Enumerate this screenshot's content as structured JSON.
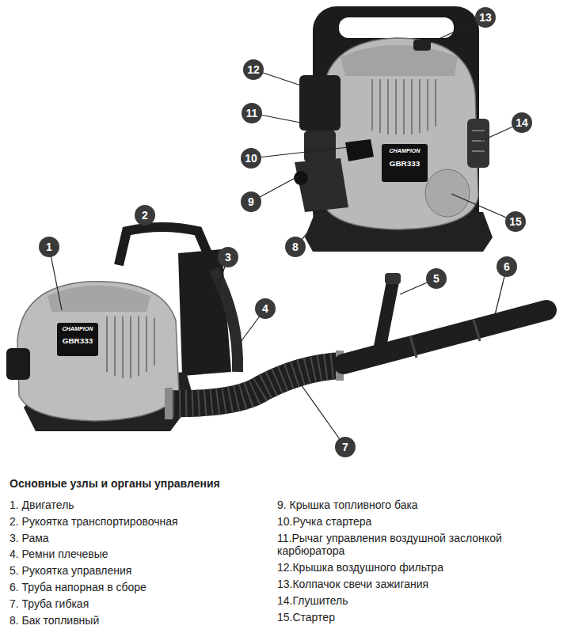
{
  "diagram": {
    "title": "Основные узлы и органы управления",
    "nodes": [
      {
        "text": [
          "1"
        ]
      },
      {
        "text": [
          "2"
        ]
      },
      {
        "text": [
          "3"
        ]
      },
      {
        "text": [
          "4"
        ]
      },
      {
        "text": [
          "5"
        ]
      },
      {
        "text": [
          "6"
        ]
      },
      {
        "text": [
          "7"
        ]
      },
      {
        "text": [
          "8"
        ]
      },
      {
        "text": [
          "9"
        ]
      },
      {
        "text": [
          "10"
        ]
      },
      {
        "text": [
          "11"
        ]
      },
      {
        "text": [
          "12"
        ]
      },
      {
        "text": [
          "13"
        ]
      },
      {
        "text": [
          "14"
        ]
      },
      {
        "text": [
          "15"
        ]
      }
    ],
    "labels": [
      "1. Двигатель",
      "2. Рукоятка транспортировочная",
      "3. Рама",
      "4. Ремни плечевые",
      "5. Рукоятка управления",
      "6. Труба напорная в сборе",
      "7. Труба гибкая",
      "8. Бак топливный",
      "9. Крышка топливного бака",
      "10.Ручка стартера",
      "11.Рычаг управления воздушной заслонкой карбюратора",
      "12.Крышка воздушного фильтра",
      "13.Колпачок свечи зажигания",
      "14.Глушитель",
      "15.Стартер",
      "CHAMPION",
      "GBR333",
      "CHAMPION",
      "GBR333"
    ]
  }
}
